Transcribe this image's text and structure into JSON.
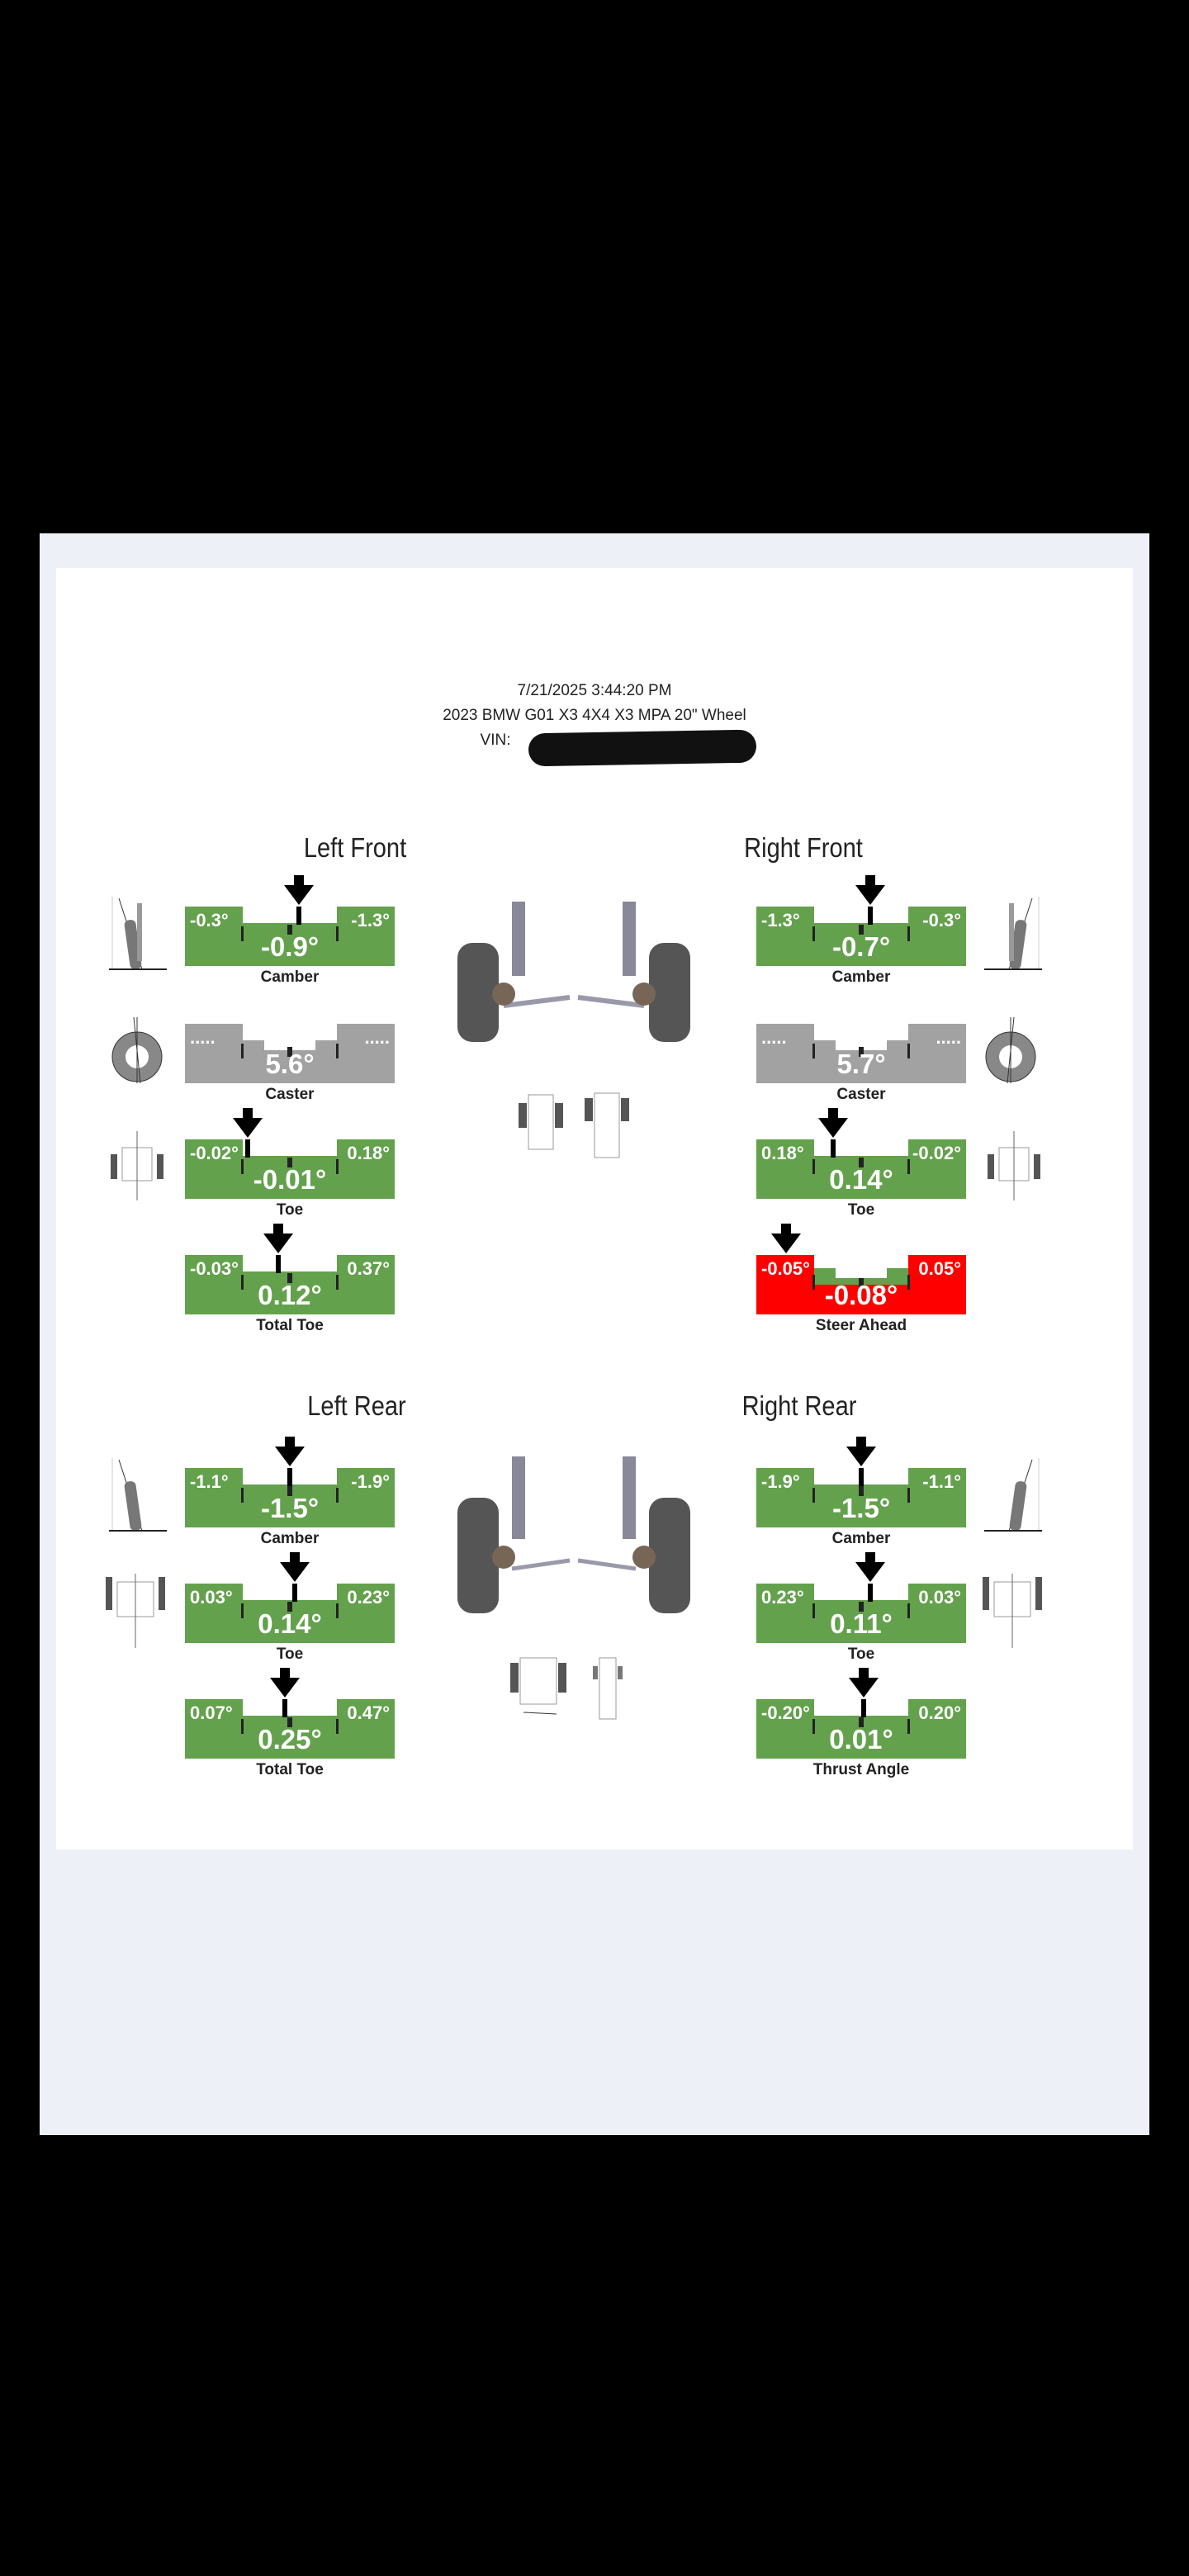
{
  "header": {
    "datetime": "7/21/2025 3:44:20 PM",
    "vehicle": "2023 BMW G01 X3 4X4 X3 MPA 20\" Wheel",
    "vin_label": "VIN:"
  },
  "colors": {
    "ok": "#64a14d",
    "neutral": "#a3a2a3",
    "out": "#ff0000"
  },
  "sections": {
    "left_front": "Left Front",
    "right_front": "Right Front",
    "left_rear": "Left Rear",
    "right_rear": "Right Rear"
  },
  "gauges": [
    {
      "id": "lf-camber",
      "name": "Camber",
      "min": "-0.3°",
      "max": "-1.3°",
      "value": "-0.9°",
      "minv": -0.3,
      "maxv": -1.3,
      "v": -0.9,
      "status": "ok"
    },
    {
      "id": "lf-caster",
      "name": "Caster",
      "min": ".....",
      "max": ".....",
      "value": "5.6°",
      "status": "neutral"
    },
    {
      "id": "lf-toe",
      "name": "Toe",
      "min": "-0.02°",
      "max": "0.18°",
      "value": "-0.01°",
      "minv": -0.02,
      "maxv": 0.18,
      "v": -0.01,
      "status": "ok"
    },
    {
      "id": "front-total-toe",
      "name": "Total Toe",
      "min": "-0.03°",
      "max": "0.37°",
      "value": "0.12°",
      "minv": -0.03,
      "maxv": 0.37,
      "v": 0.12,
      "status": "ok"
    },
    {
      "id": "rf-camber",
      "name": "Camber",
      "min": "-1.3°",
      "max": "-0.3°",
      "value": "-0.7°",
      "minv": -1.3,
      "maxv": -0.3,
      "v": -0.7,
      "status": "ok"
    },
    {
      "id": "rf-caster",
      "name": "Caster",
      "min": ".....",
      "max": ".....",
      "value": "5.7°",
      "status": "neutral"
    },
    {
      "id": "rf-toe",
      "name": "Toe",
      "min": "0.18°",
      "max": "-0.02°",
      "value": "0.14°",
      "minv": 0.18,
      "maxv": -0.02,
      "v": 0.14,
      "status": "ok"
    },
    {
      "id": "steer-ahead",
      "name": "Steer Ahead",
      "min": "-0.05°",
      "max": "0.05°",
      "value": "-0.08°",
      "minv": -0.05,
      "maxv": 0.05,
      "v": -0.08,
      "status": "out"
    },
    {
      "id": "lr-camber",
      "name": "Camber",
      "min": "-1.1°",
      "max": "-1.9°",
      "value": "-1.5°",
      "minv": -1.1,
      "maxv": -1.9,
      "v": -1.5,
      "status": "ok"
    },
    {
      "id": "lr-toe",
      "name": "Toe",
      "min": "0.03°",
      "max": "0.23°",
      "value": "0.14°",
      "minv": 0.03,
      "maxv": 0.23,
      "v": 0.14,
      "status": "ok"
    },
    {
      "id": "rear-total-toe",
      "name": "Total Toe",
      "min": "0.07°",
      "max": "0.47°",
      "value": "0.25°",
      "minv": 0.07,
      "maxv": 0.47,
      "v": 0.25,
      "status": "ok"
    },
    {
      "id": "rr-camber",
      "name": "Camber",
      "min": "-1.9°",
      "max": "-1.1°",
      "value": "-1.5°",
      "minv": -1.9,
      "maxv": -1.1,
      "v": -1.5,
      "status": "ok"
    },
    {
      "id": "rr-toe",
      "name": "Toe",
      "min": "0.23°",
      "max": "0.03°",
      "value": "0.11°",
      "minv": 0.23,
      "maxv": 0.03,
      "v": 0.11,
      "status": "ok"
    },
    {
      "id": "thrust-angle",
      "name": "Thrust Angle",
      "min": "-0.20°",
      "max": "0.20°",
      "value": "0.01°",
      "minv": -0.2,
      "maxv": 0.2,
      "v": 0.01,
      "status": "ok"
    }
  ]
}
